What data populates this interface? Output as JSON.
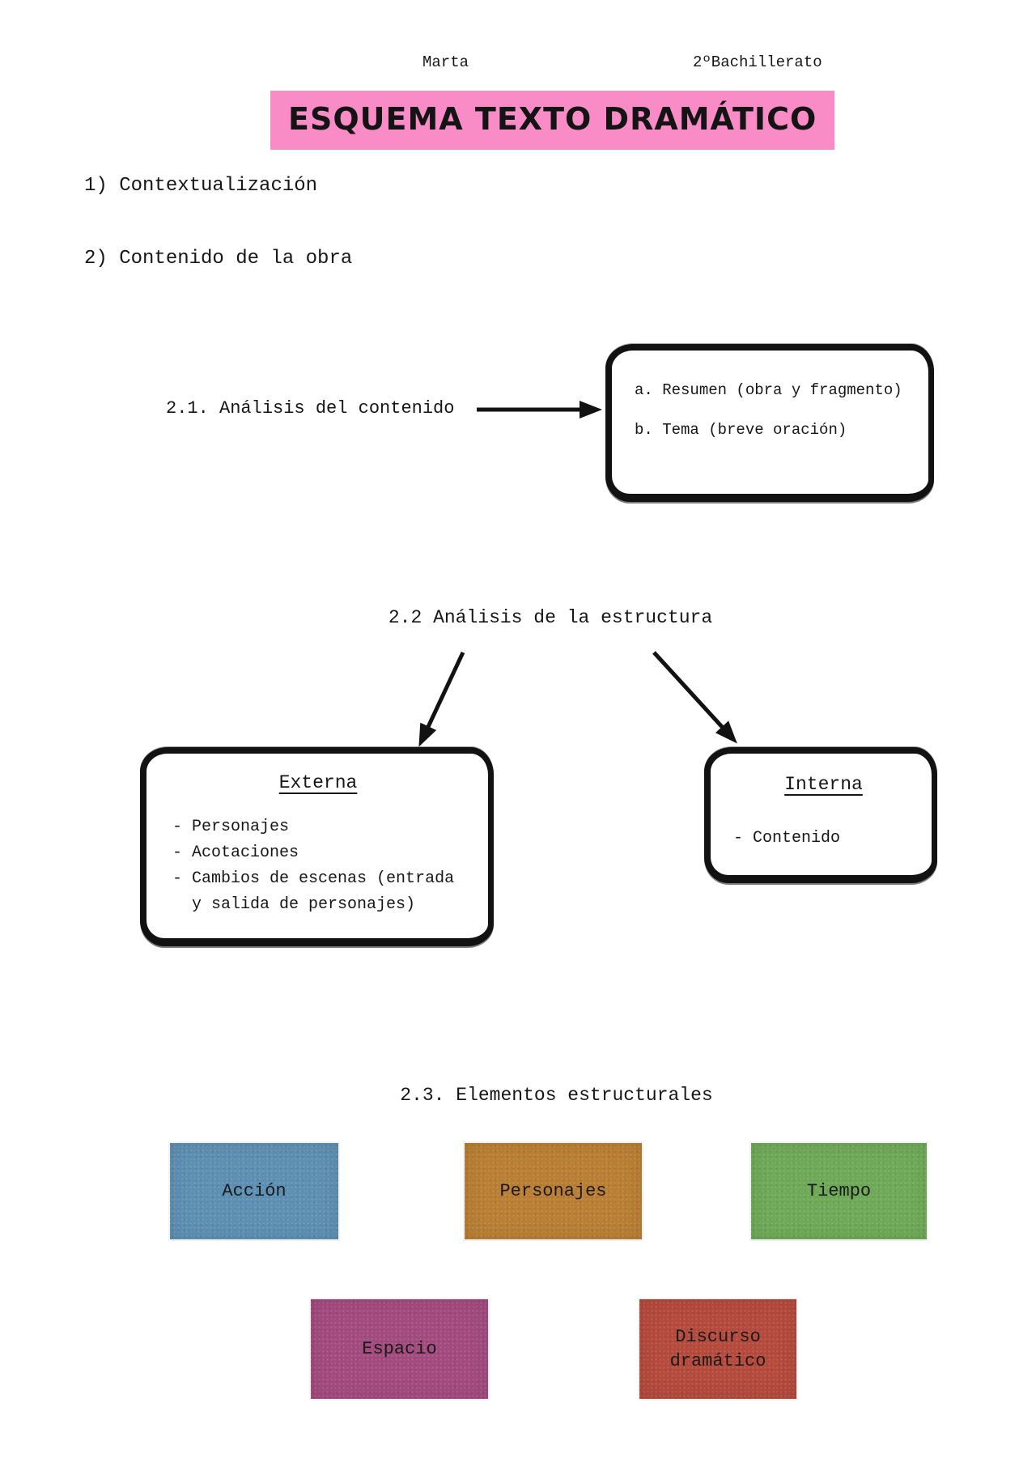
{
  "header": {
    "student_name": "Marta",
    "grade": "2ºBachillerato",
    "title": "ESQUEMA TEXTO DRAMÁTICO"
  },
  "sections": {
    "s1": "1) Contextualización",
    "s2": "2) Contenido de la obra",
    "s21": "2.1. Análisis del contenido",
    "s22": "2.2 Análisis de la estructura",
    "s23": "2.3. Elementos estructurales"
  },
  "content_box": {
    "item_a": "a. Resumen (obra y fragmento)",
    "item_b": "b. Tema (breve oración)"
  },
  "externa_box": {
    "title": "Externa",
    "items": [
      "Personajes",
      "Acotaciones",
      "Cambios de escenas (entrada y salida de personajes)"
    ]
  },
  "interna_box": {
    "title": "Interna",
    "items": [
      "Contenido"
    ]
  },
  "element_cards": [
    {
      "label": "Acción",
      "color": "#5E90B4"
    },
    {
      "label": "Personajes",
      "color": "#BA7F33"
    },
    {
      "label": "Tiempo",
      "color": "#6FAA58"
    },
    {
      "label": "Espacio",
      "color": "#A34B7F"
    },
    {
      "label": "Discurso dramático",
      "color": "#B54A3D"
    }
  ],
  "colors": {
    "title_highlight": "#F98CC7",
    "ink": "#141414"
  }
}
